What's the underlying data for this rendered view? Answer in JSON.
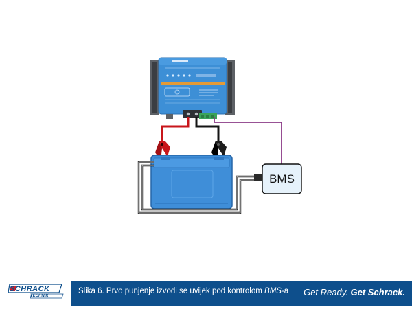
{
  "diagram": {
    "bms_label": "BMS"
  },
  "footer": {
    "logo_text": "SCHRACK",
    "logo_subtext": "TECHNIK",
    "caption_prefix": "Slika 6.  Prvo punjenje izvodi se uvijek pod kontrolom ",
    "caption_italic": "BMS",
    "caption_suffix": "-a",
    "slogan_regular": "Get Ready.",
    "slogan_bold": "Get Schrack."
  },
  "colors": {
    "charger_blue": "#3d8fd6",
    "battery_blue": "#3f8ed8",
    "bracket_gray": "#5d6166",
    "cable_red": "#c8161b",
    "cable_black": "#141414",
    "signal_purple": "#8a3a86",
    "bms_fill": "#e6f2fb",
    "footer_blue": "#0e4f8c"
  }
}
